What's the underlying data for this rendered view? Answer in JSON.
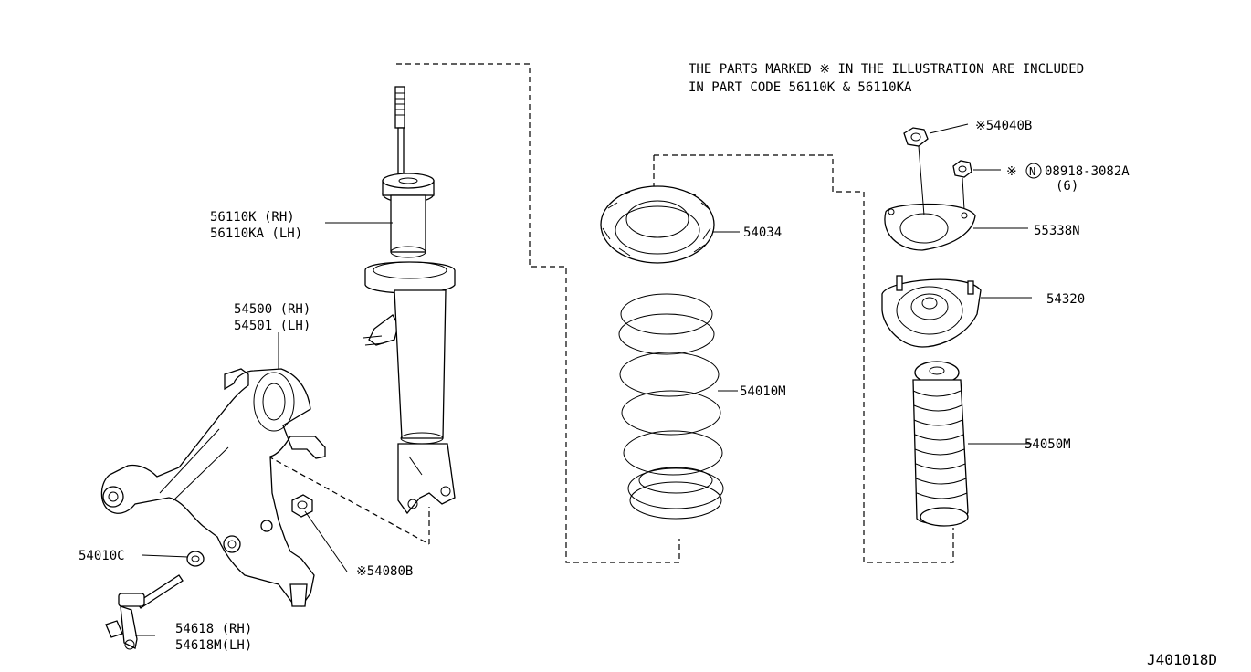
{
  "notice": {
    "line1": "THE PARTS MARKED ※ IN THE ILLUSTRATION ARE INCLUDED",
    "line2": "IN PART CODE 56110K & 56110KA"
  },
  "labels": {
    "strut_rh": "56110K (RH)",
    "strut_lh": "56110KA (LH)",
    "knuckle_rh": "54500 (RH)",
    "knuckle_lh": "54501 (LH)",
    "bushing": "54010C",
    "nut_54080b": "※54080B",
    "link_rh": "54618 (RH)",
    "link_lh": "54618M(LH)",
    "spring_seat": "54034",
    "spring": "54010M",
    "nut_54040b": "※54040B",
    "nut_08918_prefix": "※",
    "nut_08918_n": "N",
    "nut_08918": "08918-3082A",
    "nut_08918_qty": "(6)",
    "cover": "55338N",
    "mount": "54320",
    "boot": "54050M"
  },
  "diagram_code": "J401018D"
}
